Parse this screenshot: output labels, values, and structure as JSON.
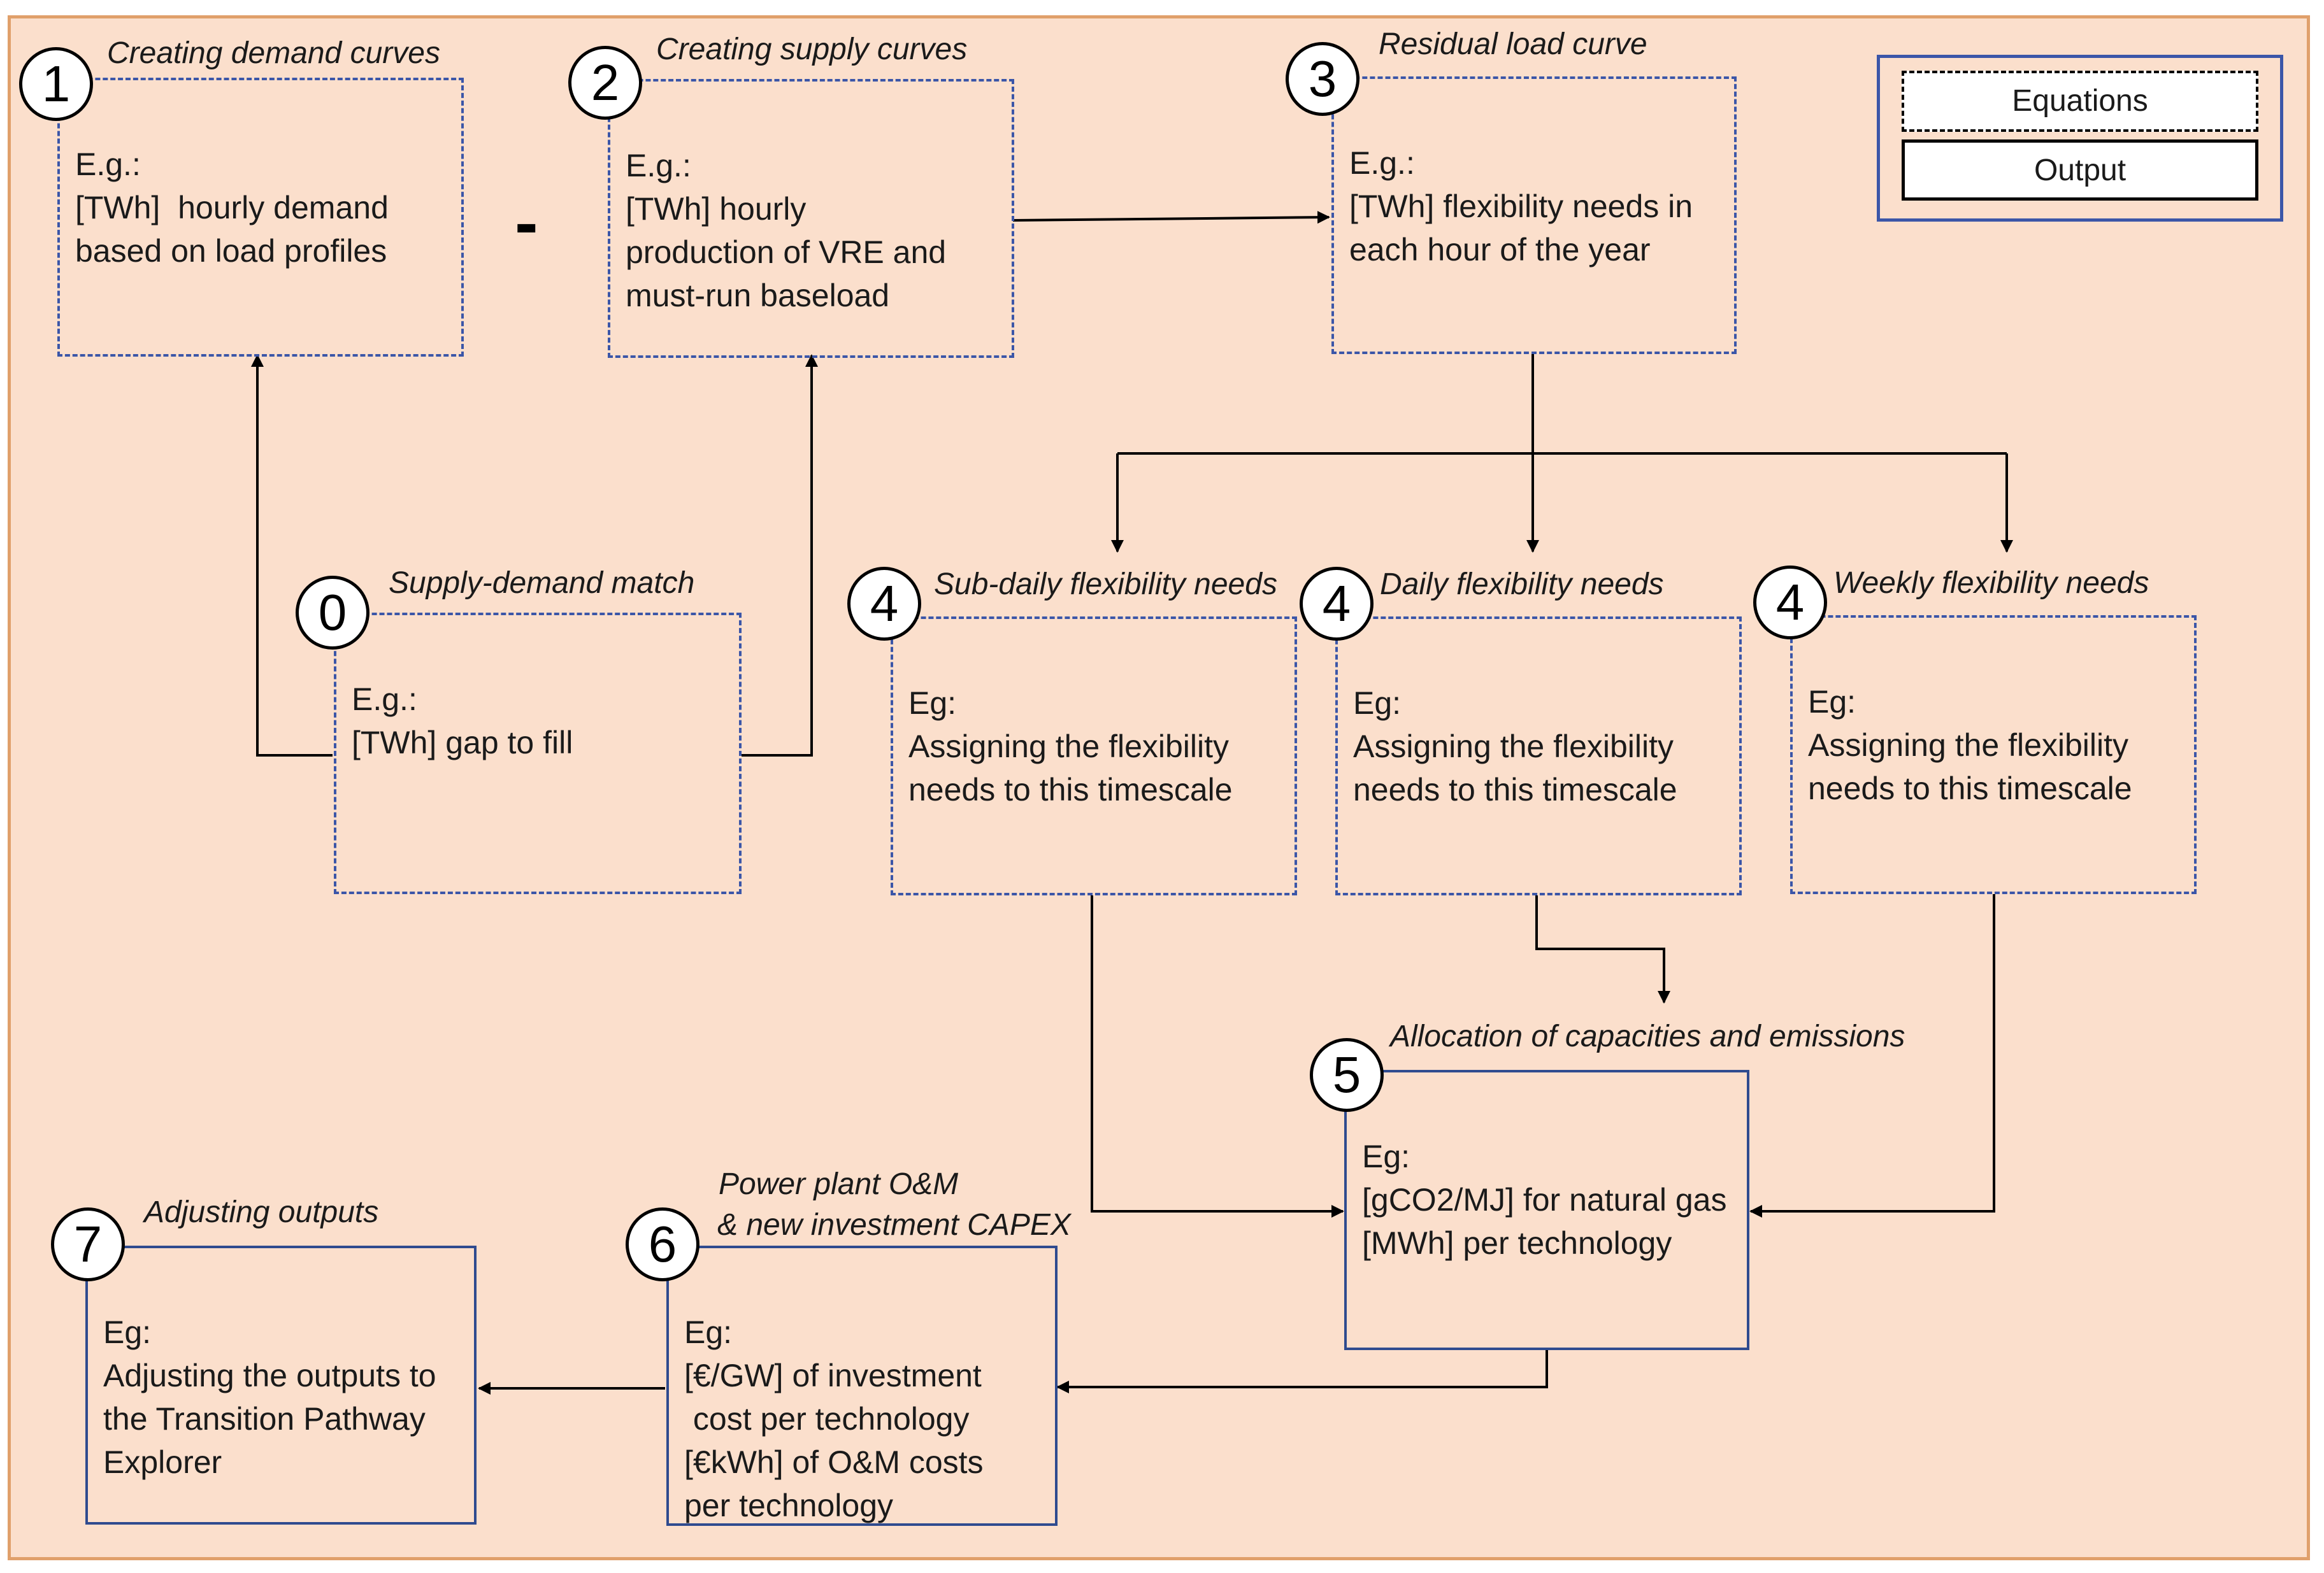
{
  "legend": {
    "equations_label": "Equations",
    "output_label": "Output"
  },
  "operator": "-",
  "steps": [
    {
      "id": "s1",
      "number": "1",
      "title": "Creating demand curves",
      "kind": "Equations",
      "lines": [
        "E.g.:",
        "[TWh]  hourly demand",
        "based on load profiles"
      ]
    },
    {
      "id": "s2",
      "number": "2",
      "title": "Creating supply curves",
      "kind": "Equations",
      "lines": [
        "E.g.:",
        "[TWh] hourly",
        "production of VRE and",
        "must-run baseload"
      ]
    },
    {
      "id": "s3",
      "number": "3",
      "title": "Residual load curve",
      "kind": "Equations",
      "lines": [
        "E.g.:",
        "[TWh] flexibility needs in",
        "each hour of the year"
      ]
    },
    {
      "id": "s0",
      "number": "0",
      "title": "Supply-demand match",
      "kind": "Equations",
      "lines": [
        "E.g.:",
        "[TWh] gap to fill"
      ]
    },
    {
      "id": "s4a",
      "number": "4",
      "title": "Sub-daily flexibility needs",
      "kind": "Equations",
      "lines": [
        "Eg:",
        "Assigning the flexibility",
        "needs to this timescale"
      ]
    },
    {
      "id": "s4b",
      "number": "4",
      "title": "Daily flexibility needs",
      "kind": "Equations",
      "lines": [
        "Eg:",
        "Assigning the flexibility",
        "needs to this timescale"
      ]
    },
    {
      "id": "s4c",
      "number": "4",
      "title": "Weekly flexibility needs",
      "kind": "Equations",
      "lines": [
        "Eg:",
        "Assigning the flexibility",
        "needs to this timescale"
      ]
    },
    {
      "id": "s5",
      "number": "5",
      "title": "Allocation of capacities and emissions",
      "kind": "Output",
      "lines": [
        "Eg:",
        "[gCO2/MJ] for natural gas",
        "[MWh] per technology"
      ]
    },
    {
      "id": "s6",
      "number": "6",
      "title": "Power plant O&M",
      "title2": "& new investment CAPEX",
      "kind": "Output",
      "lines": [
        "Eg:",
        "[€/GW] of investment",
        " cost per technology",
        "[€kWh] of O&M costs",
        "per technology"
      ]
    },
    {
      "id": "s7",
      "number": "7",
      "title": "Adjusting outputs",
      "kind": "Output",
      "lines": [
        "Eg:",
        "Adjusting the outputs to",
        "the Transition Pathway",
        "Explorer"
      ]
    }
  ],
  "connections": [
    {
      "from": "s0",
      "to": "s1"
    },
    {
      "from": "s0",
      "to": "s2"
    },
    {
      "from": "s2",
      "to": "s3"
    },
    {
      "from": "s3",
      "to": "s4a"
    },
    {
      "from": "s3",
      "to": "s4b"
    },
    {
      "from": "s3",
      "to": "s4c"
    },
    {
      "from": "s4a",
      "to": "s5"
    },
    {
      "from": "s4b",
      "to": "s5"
    },
    {
      "from": "s4c",
      "to": "s5"
    },
    {
      "from": "s5",
      "to": "s6"
    },
    {
      "from": "s6",
      "to": "s7"
    }
  ]
}
